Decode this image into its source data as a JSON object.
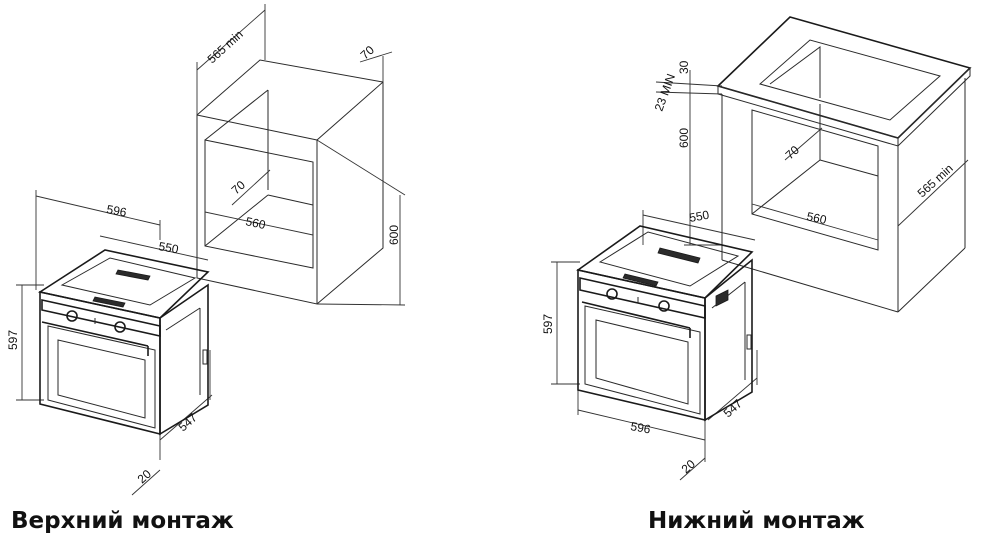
{
  "captions": {
    "top_mount": "Верхний монтаж",
    "bottom_mount": "Нижний монтаж"
  },
  "left_diagram": {
    "dims": {
      "niche_depth": "565 min",
      "rear_gap": "70",
      "niche_inner_depth": "70",
      "niche_width": "560",
      "niche_height": "600",
      "oven_width": "596",
      "oven_depth": "550",
      "oven_height": "597",
      "oven_body_depth": "547",
      "front_thickness": "20"
    }
  },
  "right_diagram": {
    "dims": {
      "gap_min": "23 MIN",
      "top_thickness": "30",
      "niche_height": "600",
      "rear_gap": "70",
      "niche_width": "560",
      "niche_depth": "565 min",
      "oven_depth": "550",
      "oven_height": "597",
      "oven_width": "596",
      "oven_body_depth": "547",
      "front_thickness": "20"
    }
  }
}
